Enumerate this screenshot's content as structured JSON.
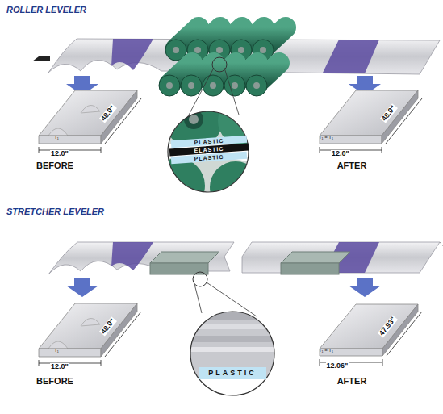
{
  "diagram": {
    "nodes": [
      {
        "text": [
          "PLASTIC"
        ]
      },
      {
        "text": [
          "ELASTIC"
        ]
      },
      {
        "text": [
          "PLASTIC"
        ]
      },
      {
        "text": [
          "PLASTIC"
        ]
      }
    ],
    "labels": [
      "ROLLER LEVELER",
      "T₁",
      "12.0\"",
      "48.0\"",
      "BEFORE",
      "T₁ = T₁",
      "12.0\"",
      "48.0\"",
      "AFTER",
      "STRETCHER LEVELER",
      "T₁",
      "12.0\"",
      "48.0\"",
      "BEFORE",
      "T₁ = T₁",
      "12.06\"",
      "47.93\"",
      "AFTER"
    ]
  }
}
